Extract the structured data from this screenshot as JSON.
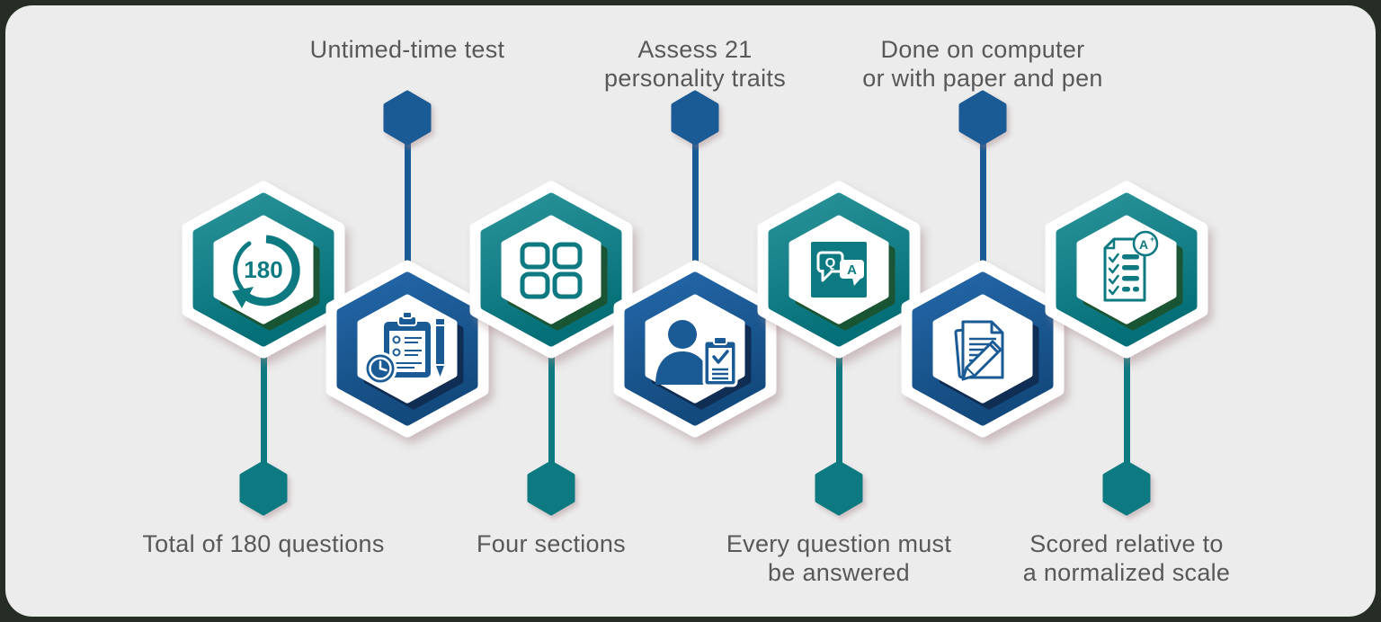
{
  "theme": {
    "teal": "#0d7a82",
    "teal-light": "#2a939a",
    "teal-dark": "#056f78",
    "blue": "#1a5b95",
    "blue-light": "#2367a9",
    "blue-dark": "#134a7d",
    "node-shadow-teal": "#1c5430",
    "node-shadow-blue": "#102c52",
    "label-text": "#58585a",
    "panel-bg": "#ececec",
    "outside-bg": "#262d25"
  },
  "nodes": [
    {
      "id": "total-questions",
      "color": "teal",
      "icon": "counter-180-icon",
      "icon_text": "180",
      "label_position": "bottom",
      "label_lines": [
        "Total of 180 questions"
      ]
    },
    {
      "id": "untimed-test",
      "color": "blue",
      "icon": "clipboard-clock-icon",
      "label_position": "top",
      "label_lines": [
        "Untimed-time test"
      ]
    },
    {
      "id": "four-sections",
      "color": "teal",
      "icon": "four-squares-icon",
      "label_position": "bottom",
      "label_lines": [
        "Four sections"
      ]
    },
    {
      "id": "assess-traits",
      "color": "blue",
      "icon": "person-checklist-icon",
      "label_position": "top",
      "label_lines": [
        "Assess 21",
        "personality traits"
      ]
    },
    {
      "id": "answer-required",
      "color": "teal",
      "icon": "question-answer-icon",
      "icon_q": "Q",
      "icon_a": "A",
      "label_position": "bottom",
      "label_lines": [
        "Every question must",
        "be answered"
      ]
    },
    {
      "id": "computer-or-paper",
      "color": "blue",
      "icon": "paper-pen-icon",
      "label_position": "top",
      "label_lines": [
        "Done on computer",
        "or with paper and pen"
      ]
    },
    {
      "id": "normalized-scale",
      "color": "teal",
      "icon": "graded-checklist-icon",
      "icon_grade": "A",
      "icon_grade_plus": "+",
      "label_position": "bottom",
      "label_lines": [
        "Scored relative to",
        "a normalized scale"
      ]
    }
  ]
}
